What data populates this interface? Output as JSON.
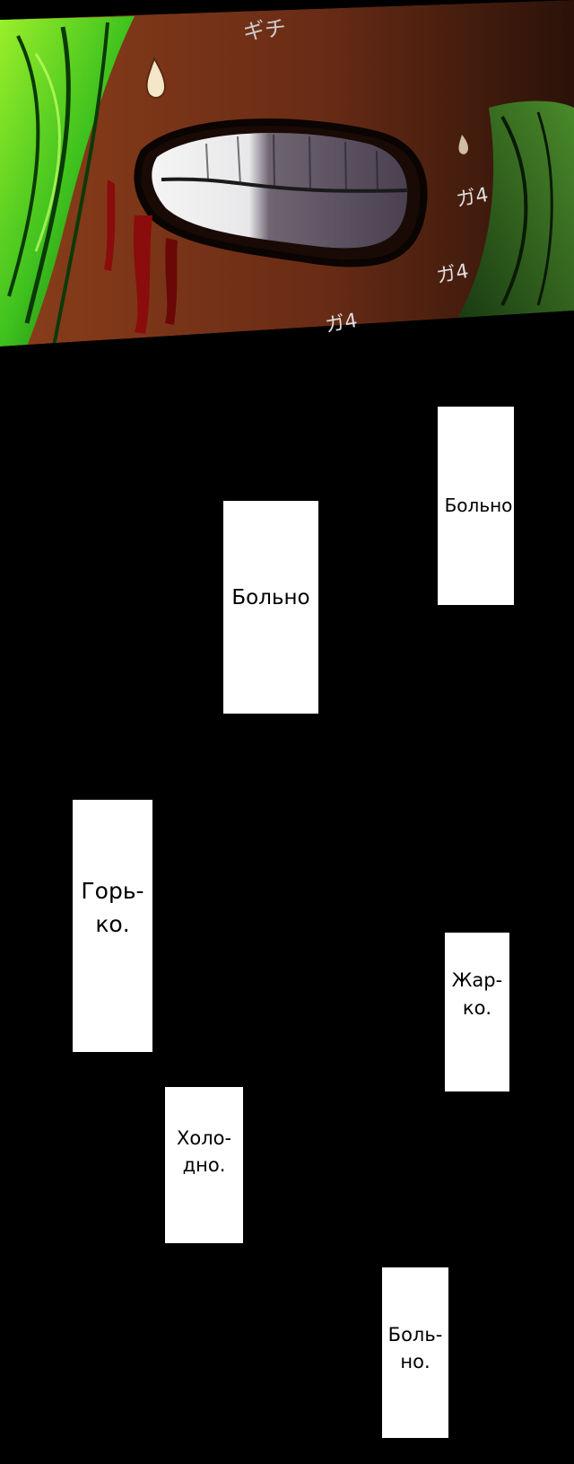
{
  "panel": {
    "sfx": [
      "ギチ",
      "ガ4",
      "ガ4",
      "ガ4"
    ]
  },
  "captions": [
    {
      "text": "Больно"
    },
    {
      "text": "Больно"
    },
    {
      "text": "Горь-\nко."
    },
    {
      "text": "Жар-\nко."
    },
    {
      "text": "Холо-\nдно."
    },
    {
      "text": "Боль-\nно."
    }
  ],
  "colors": {
    "background": "#000000",
    "caption_bg": "#ffffff",
    "caption_text": "#000000",
    "hair": "#3fc21e",
    "skin": "#7a3a1c",
    "blood": "#8a0c0c",
    "teeth_light": "#f2f2f2",
    "teeth_shadow": "#5a5060"
  }
}
